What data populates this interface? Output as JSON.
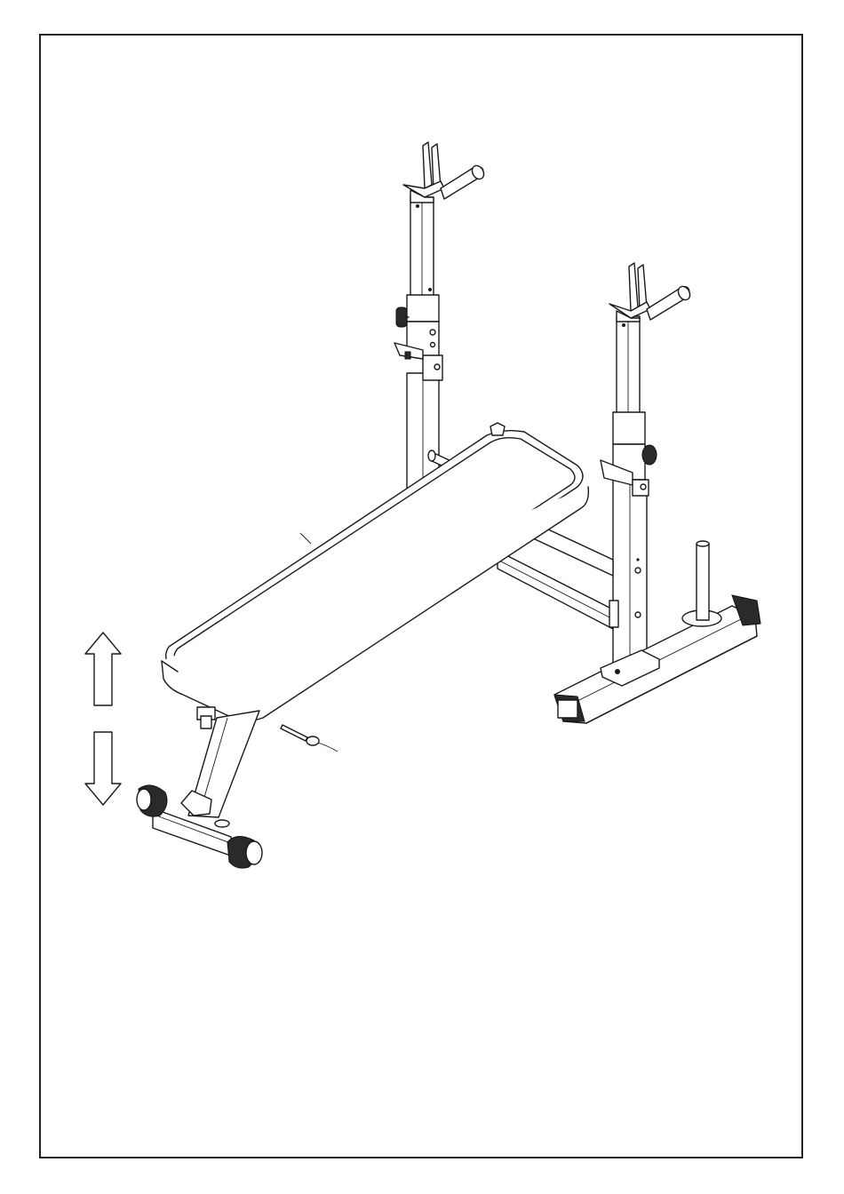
{
  "figure": {
    "subject": "flat-weight-bench-with-squat-stands",
    "adjustment_arrows": [
      "up-arrow",
      "down-arrow"
    ],
    "colors": {
      "line": "#1a1a1a",
      "background": "#ffffff",
      "fill_dark": "#2a2a2a"
    }
  }
}
